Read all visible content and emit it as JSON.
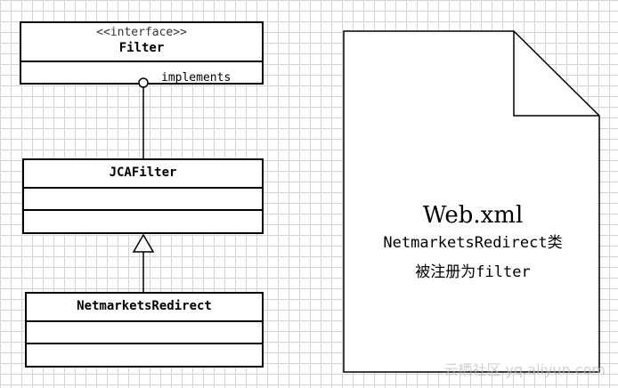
{
  "diagram": {
    "filter_class": {
      "stereotype": "<<interface>>",
      "name": "Filter"
    },
    "jcafilter_class": {
      "name": "JCAFilter"
    },
    "redirect_class": {
      "name": "NetmarketsRedirect"
    },
    "relation_label": "implements",
    "document": {
      "title": "Web.xml",
      "line1": "NetmarketsRedirect类",
      "line2": "被注册为filter"
    }
  },
  "watermark": "云栖社区 yq.aliyun.com"
}
